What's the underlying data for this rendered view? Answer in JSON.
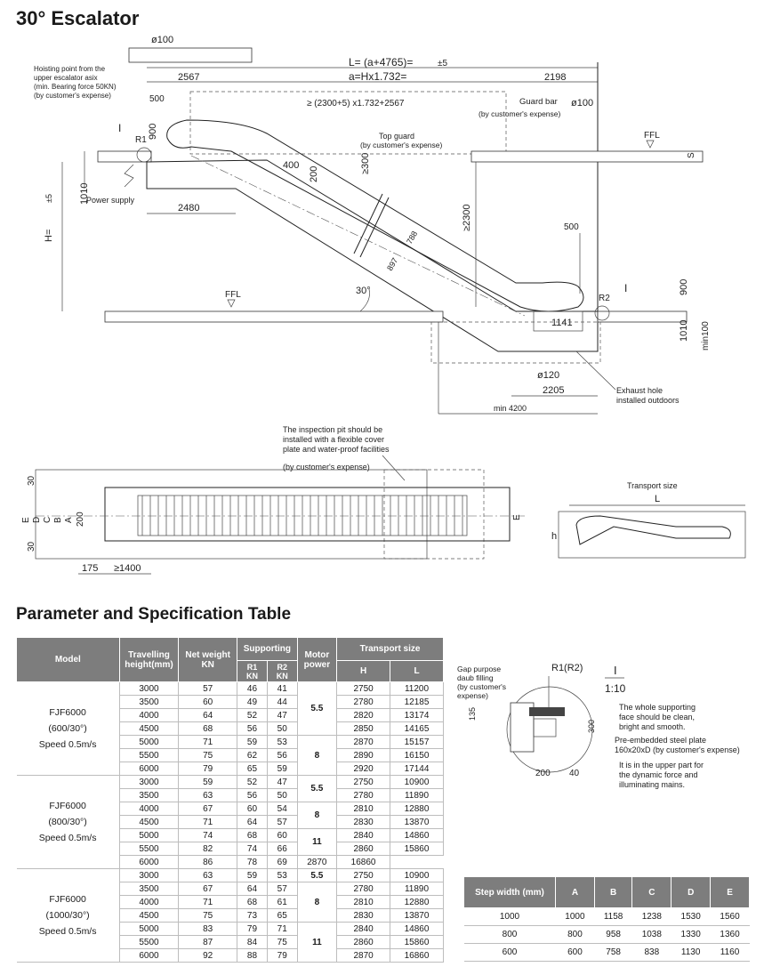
{
  "page": {
    "title": "30° Escalator",
    "table_title": "Parameter and Specification Table"
  },
  "drawing": {
    "phi100_top": "ø100",
    "hoisting_note": "Hoisting point from the\nupper escalator asix\n(min. Bearing force 50KN)\n(by customer's expense)",
    "L_formula": "L= (a+4765)=",
    "L_tol": "±5",
    "a_formula": "a=Hx1.732=",
    "dim_2567": "2567",
    "dim_2198": "2198",
    "dim_500_top": "500",
    "guard_bar": "Guard bar",
    "guard_bar_expense": "(by customer's expense)",
    "phi100_right": "ø100",
    "clearance_formula": "≥ (2300+5) x1.732+2567",
    "dim_900_left": "900",
    "ref_I_left": "I",
    "ref_R1": "R1",
    "top_guard": "Top guard",
    "top_guard_expense": "(by customer's expense)",
    "ffl_top": "FFL",
    "s_mark": "S",
    "dim_1010_left": "1010",
    "dim_400": "400",
    "dim_200": "200",
    "dim_ge300": "≥300",
    "power_supply": "Power supply",
    "dim_2480": "2480",
    "dim_ge2300": "≥2300",
    "H_label": "H=",
    "H_tol": "±5",
    "dim_788": "788",
    "dim_897": "897",
    "dim_500_right": "500",
    "ffl_bottom": "FFL",
    "angle_30": "30°",
    "ref_R2": "R2",
    "ref_I_right": "I",
    "dim_900_right": "900",
    "dim_1141": "1141",
    "dim_1010_right": "1010",
    "dim_min100": "min100",
    "phi120": "ø120",
    "dim_2205": "2205",
    "exhaust": "Exhaust hole\ninstalled outdoors",
    "min4200": "min 4200",
    "inspection_note": "The inspection pit should be\ninstalled with a flexible cover\nplate and water-proof facilities",
    "inspection_expense": "(by customer's expense)",
    "plan_30_top": "30",
    "plan_30_bottom": "30",
    "plan_E": "E",
    "plan_D": "D",
    "plan_C": "C",
    "plan_B": "B",
    "plan_A": "A",
    "plan_200": "200",
    "plan_E_right": "E",
    "plan_175": "175",
    "plan_ge1400": "≥1400",
    "transport_size": "Transport size",
    "transport_L": "L",
    "transport_h": "h"
  },
  "detail": {
    "gap_note": "Gap purpose\ndaub filling\n(by customer's\nexpense)",
    "r_label": "R1(R2)",
    "I_label": "I",
    "scale": "1:10",
    "dim_135": "135",
    "dim_300": "300",
    "dim_200": "200",
    "dim_40": "40",
    "note1": "The whole supporting\nface should be clean,\nbright and smooth.",
    "note2": "Pre-embedded steel plate\n160x20xD (by customer's expense)",
    "note3": "It is in the upper part for\nthe dynamic force and\nilluminating mains."
  },
  "spec_table": {
    "headers": {
      "model": "Model",
      "height": "Travelling\nheight(mm)",
      "weight": "Net weight\nKN",
      "supporting": "Supporting",
      "r1": "R1\nKN",
      "r2": "R2\nKN",
      "motor": "Motor\npower",
      "transport": "Transport size",
      "h": "H",
      "l": "L"
    },
    "groups": [
      {
        "model": "FJF6000\n(600/30°)\nSpeed 0.5m/s",
        "motors": [
          {
            "value": "5.5",
            "span": 4
          },
          {
            "value": "8",
            "span": 3
          }
        ],
        "rows": [
          [
            "3000",
            "57",
            "46",
            "41",
            "2750",
            "11200"
          ],
          [
            "3500",
            "60",
            "49",
            "44",
            "2780",
            "12185"
          ],
          [
            "4000",
            "64",
            "52",
            "47",
            "2820",
            "13174"
          ],
          [
            "4500",
            "68",
            "56",
            "50",
            "2850",
            "14165"
          ],
          [
            "5000",
            "71",
            "59",
            "53",
            "2870",
            "15157"
          ],
          [
            "5500",
            "75",
            "62",
            "56",
            "2890",
            "16150"
          ],
          [
            "6000",
            "79",
            "65",
            "59",
            "2920",
            "17144"
          ]
        ]
      },
      {
        "model": "FJF6000\n(800/30°)\nSpeed 0.5m/s",
        "motors": [
          {
            "value": "5.5",
            "span": 2
          },
          {
            "value": "8",
            "span": 2
          },
          {
            "value": "11",
            "span": 2
          }
        ],
        "rows": [
          [
            "3000",
            "59",
            "52",
            "47",
            "2750",
            "10900"
          ],
          [
            "3500",
            "63",
            "56",
            "50",
            "2780",
            "11890"
          ],
          [
            "4000",
            "67",
            "60",
            "54",
            "2810",
            "12880"
          ],
          [
            "4500",
            "71",
            "64",
            "57",
            "2830",
            "13870"
          ],
          [
            "5000",
            "74",
            "68",
            "60",
            "2840",
            "14860"
          ],
          [
            "5500",
            "82",
            "74",
            "66",
            "2860",
            "15860"
          ],
          [
            "6000",
            "86",
            "78",
            "69",
            "2870",
            "16860"
          ]
        ]
      },
      {
        "model": "FJF6000\n(1000/30°)\nSpeed 0.5m/s",
        "motors": [
          {
            "value": "5.5",
            "span": 1
          },
          {
            "value": "8",
            "span": 3
          },
          {
            "value": "11",
            "span": 3
          }
        ],
        "rows": [
          [
            "3000",
            "63",
            "59",
            "53",
            "2750",
            "10900"
          ],
          [
            "3500",
            "67",
            "64",
            "57",
            "2780",
            "11890"
          ],
          [
            "4000",
            "71",
            "68",
            "61",
            "2810",
            "12880"
          ],
          [
            "4500",
            "75",
            "73",
            "65",
            "2830",
            "13870"
          ],
          [
            "5000",
            "83",
            "79",
            "71",
            "2840",
            "14860"
          ],
          [
            "5500",
            "87",
            "84",
            "75",
            "2860",
            "15860"
          ],
          [
            "6000",
            "92",
            "88",
            "79",
            "2870",
            "16860"
          ]
        ]
      }
    ]
  },
  "step_table": {
    "headers": [
      "Step width (mm)",
      "A",
      "B",
      "C",
      "D",
      "E"
    ],
    "rows": [
      [
        "1000",
        "1000",
        "1158",
        "1238",
        "1530",
        "1560"
      ],
      [
        "800",
        "800",
        "958",
        "1038",
        "1330",
        "1360"
      ],
      [
        "600",
        "600",
        "758",
        "838",
        "1130",
        "1160"
      ]
    ]
  }
}
